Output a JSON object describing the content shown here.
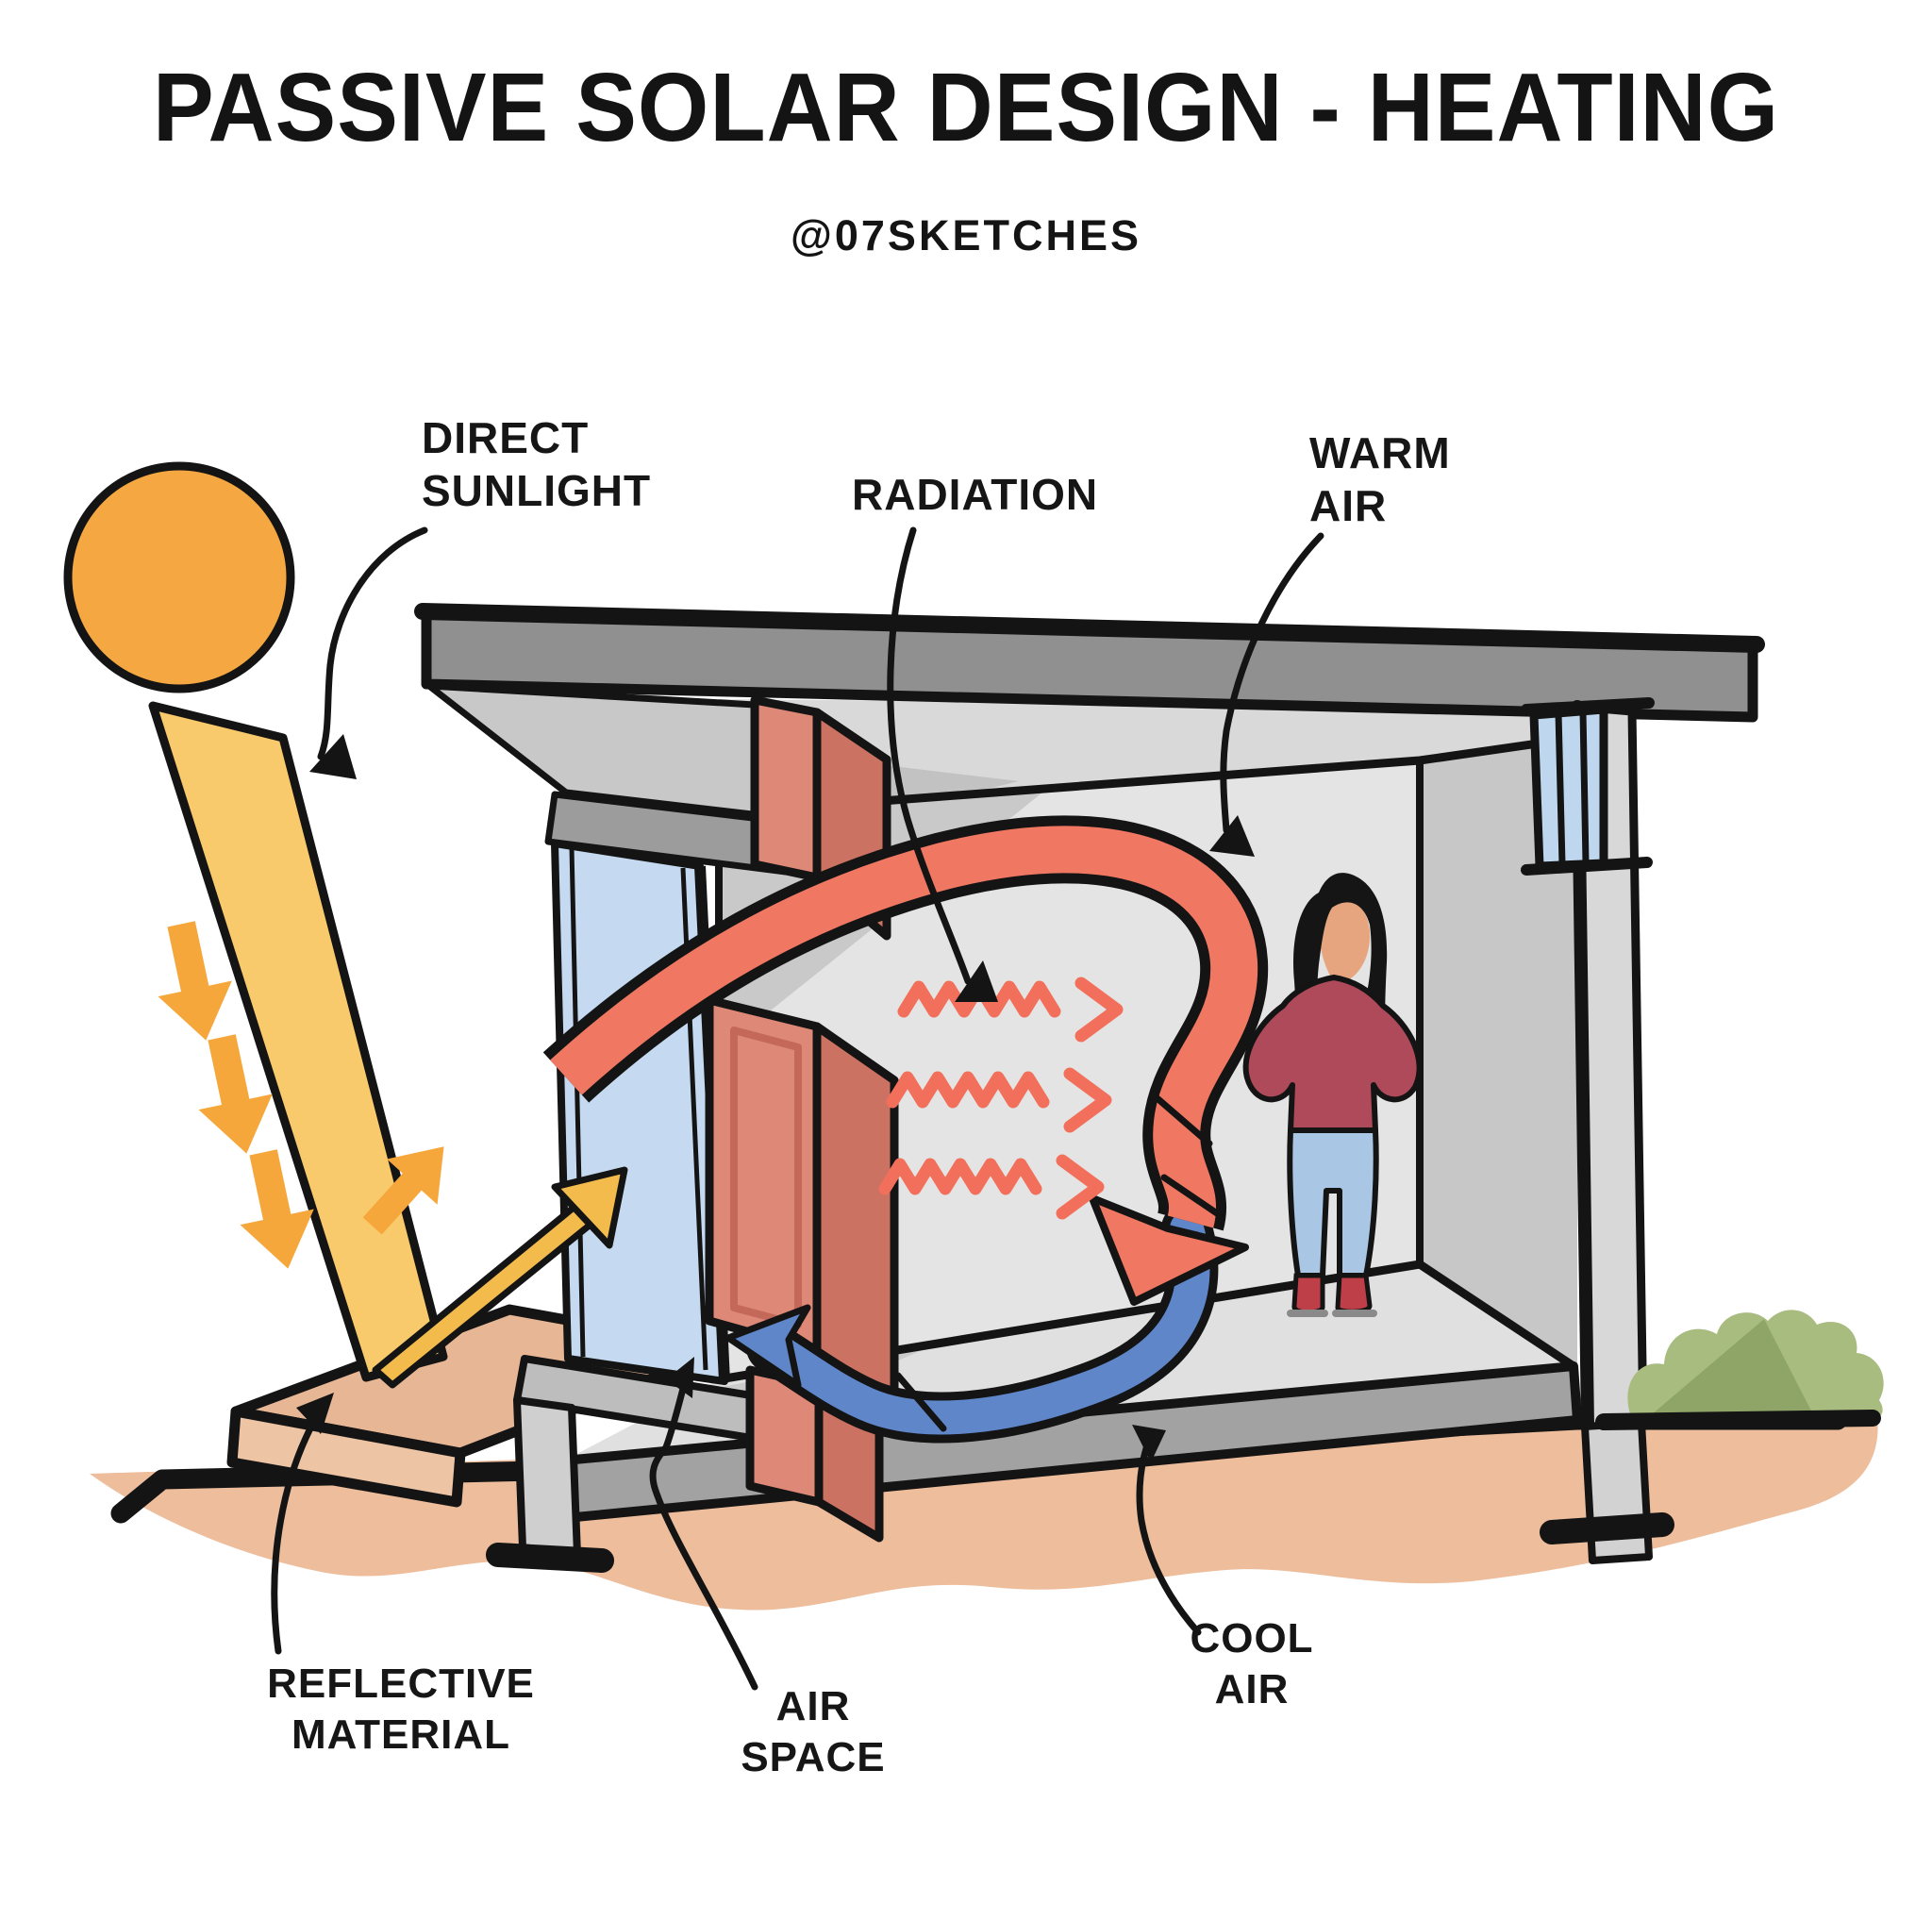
{
  "title": "PASSIVE SOLAR DESIGN - HEATING",
  "credit": "@07SKETCHES",
  "labels": {
    "direct_sunlight": "DIRECT\nSUNLIGHT",
    "radiation": "RADIATION",
    "warm_air": "WARM\nAIR",
    "reflective_material": "REFLECTIVE\nMATERIAL",
    "air_space": "AIR\nSPACE",
    "cool_air": "COOL\nAIR"
  },
  "colors": {
    "ink": "#141414",
    "sun": "#F5A841",
    "sunbeam": "#F8CA6B",
    "arrow_orange": "#F6A73B",
    "reflected_arrow": "#F3BB4C",
    "warm_air_flow": "#F07862",
    "radiation_waves": "#F2705B",
    "cool_air_flow": "#5E86C8",
    "thermal_wall": "#DE8878",
    "thermal_wall_shade": "#CB7262",
    "window_glass": "#C5DAF0",
    "roof": "#909090",
    "interior_wall": "#E4E4E4",
    "ground": "#EDBD9C",
    "platform": "#E7B695",
    "bush_green": "#A9BC80"
  }
}
